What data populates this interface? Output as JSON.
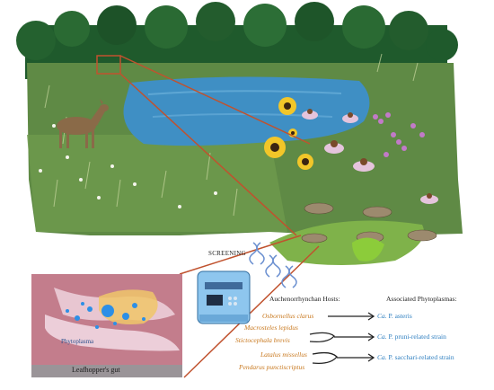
{
  "screening_label": "SCREENING",
  "gut_panel": {
    "caption": "Leafhopper's gut",
    "phytoplasma_label": "Phytoplasma"
  },
  "headers": {
    "hosts": "Auchenorrhynchan Hosts:",
    "phytoplasmas": "Associated Phytoplasmas:"
  },
  "hosts": [
    "Osbornellus clarus",
    "Macrosteles lepidus",
    "Stictocephala brevis",
    "Latalus missellus",
    "Pendarus punctiscriptus"
  ],
  "phytoplasmas": [
    {
      "prefix": "Ca.",
      "name": "P. asteris"
    },
    {
      "prefix": "Ca.",
      "name": "P. pruni-related strain"
    },
    {
      "prefix": "Ca.",
      "name": "P. sacchari-related strain"
    }
  ],
  "colors": {
    "host_text": "#c8781e",
    "phytoplasma_text": "#2e7fc0",
    "zoom_lines": "#c0522e",
    "dna": "#6a8fd0"
  }
}
